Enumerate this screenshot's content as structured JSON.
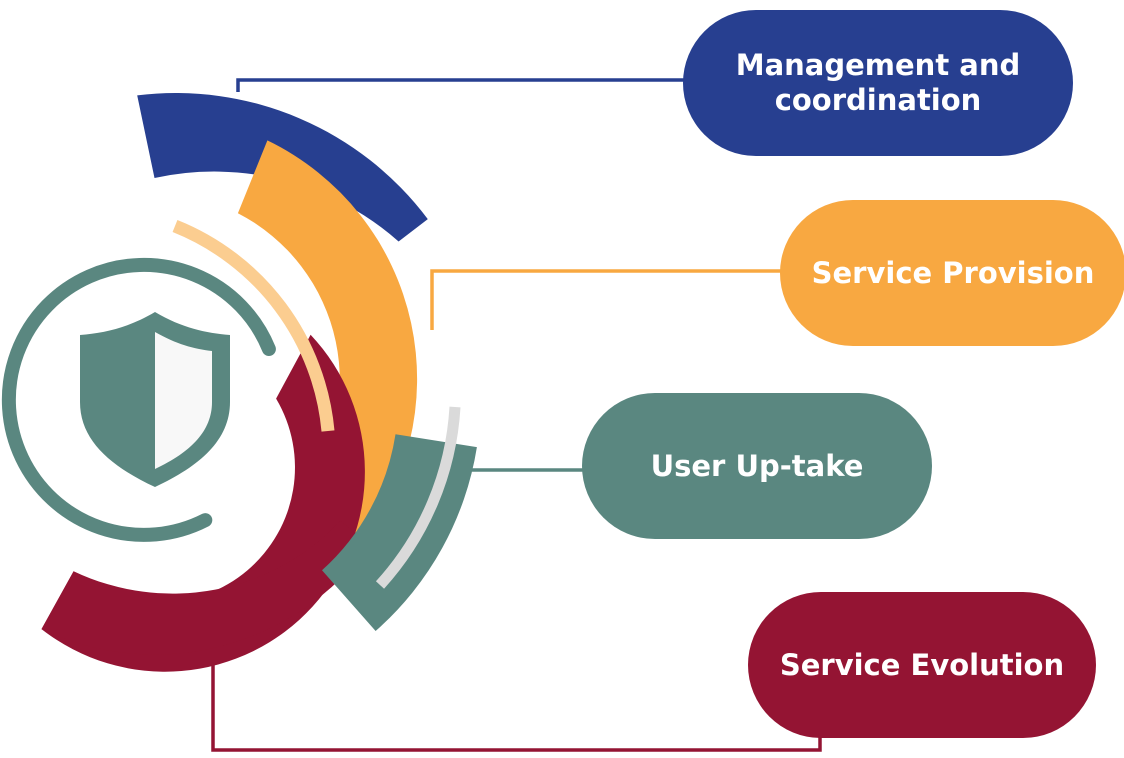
{
  "colors": {
    "management": "#273f90",
    "provision": "#f8a841",
    "uptake": "#5a8780",
    "evolution": "#941433",
    "light_orange": "#fbcd90",
    "light_gray": "#dadada",
    "shield_light": "#f8f8f8"
  },
  "icons": {
    "center": "shield-icon"
  },
  "pills": {
    "management": "Management and coordination",
    "provision": "Service Provision",
    "uptake": "User Up-take",
    "evolution": "Service Evolution"
  }
}
